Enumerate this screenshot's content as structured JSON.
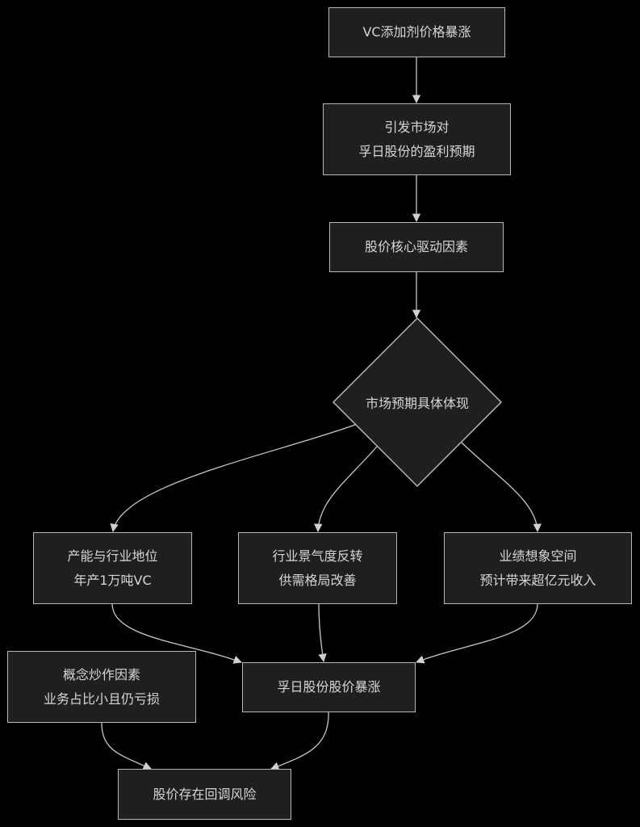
{
  "diagram": {
    "type": "flowchart",
    "nodes": {
      "n1": {
        "lines": [
          "VC添加剂价格暴涨"
        ]
      },
      "n2": {
        "lines": [
          "引发市场对",
          "孚日股份的盈利预期"
        ]
      },
      "n3": {
        "lines": [
          "股价核心驱动因素"
        ]
      },
      "n4": {
        "lines": [
          "市场预期具体体现"
        ],
        "shape": "diamond"
      },
      "n5": {
        "lines": [
          "产能与行业地位",
          "年产1万吨VC"
        ]
      },
      "n6": {
        "lines": [
          "行业景气度反转",
          "供需格局改善"
        ]
      },
      "n7": {
        "lines": [
          "业绩想象空间",
          "预计带来超亿元收入"
        ]
      },
      "n8": {
        "lines": [
          "概念炒作因素",
          "业务占比小且仍亏损"
        ]
      },
      "n9": {
        "lines": [
          "孚日股份股价暴涨"
        ]
      },
      "n10": {
        "lines": [
          "股价存在回调风险"
        ]
      }
    },
    "edges": [
      {
        "from": "n1",
        "to": "n2"
      },
      {
        "from": "n2",
        "to": "n3"
      },
      {
        "from": "n3",
        "to": "n4"
      },
      {
        "from": "n4",
        "to": "n5"
      },
      {
        "from": "n4",
        "to": "n6"
      },
      {
        "from": "n4",
        "to": "n7"
      },
      {
        "from": "n5",
        "to": "n9"
      },
      {
        "from": "n6",
        "to": "n9"
      },
      {
        "from": "n7",
        "to": "n9"
      },
      {
        "from": "n8",
        "to": "n10"
      },
      {
        "from": "n9",
        "to": "n10"
      }
    ],
    "colors": {
      "background": "#000000",
      "node_fill": "#1f1f1f",
      "stroke": "#b8b8b8",
      "text": "#d6d6d6"
    }
  }
}
